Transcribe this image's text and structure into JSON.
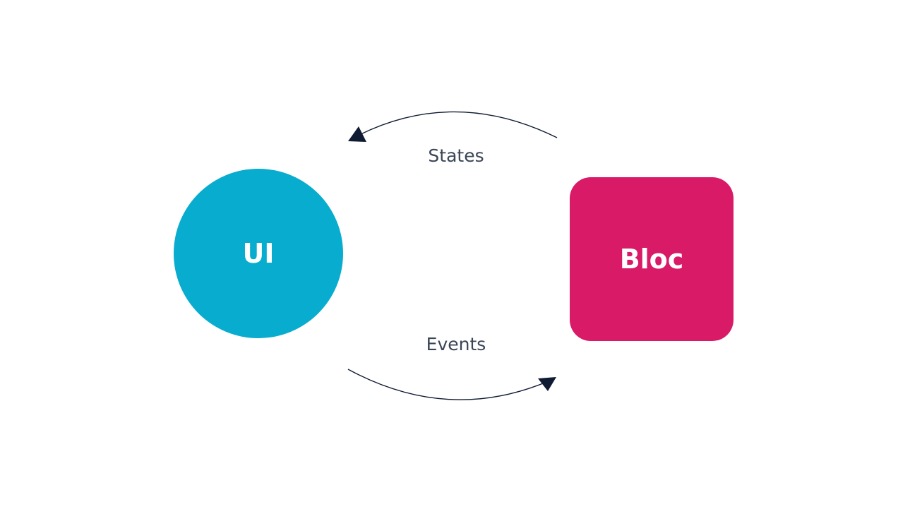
{
  "nodes": {
    "ui": {
      "label": "UI",
      "color": "#07acce"
    },
    "bloc": {
      "label": "Bloc",
      "color": "#d81a67"
    }
  },
  "edges": {
    "states": {
      "label": "States",
      "from": "Bloc",
      "to": "UI"
    },
    "events": {
      "label": "Events",
      "from": "UI",
      "to": "Bloc"
    }
  },
  "colors": {
    "background": "#ffffff",
    "arrow": "#0f1a33",
    "edge_text": "#3a4556"
  }
}
